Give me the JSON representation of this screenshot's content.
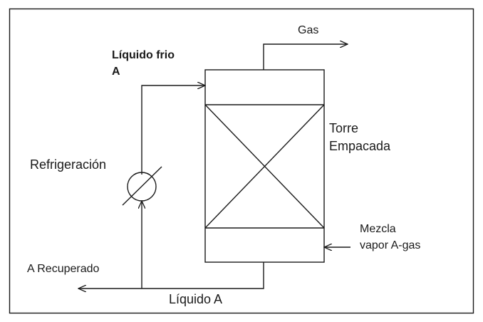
{
  "labels": {
    "gas": "Gas",
    "liquido_frio": "Líquido frio",
    "liquido_frio_a": "A",
    "torre": "Torre",
    "empacada": "Empacada",
    "refrigeracion": "Refrigeración",
    "mezcla": "Mezcla",
    "vapor_a_gas": "vapor A-gas",
    "a_recuperado": "A Recuperado",
    "liquido_a": "Líquido A"
  },
  "colors": {
    "line": "#1a1a1a",
    "background": "#ffffff"
  }
}
